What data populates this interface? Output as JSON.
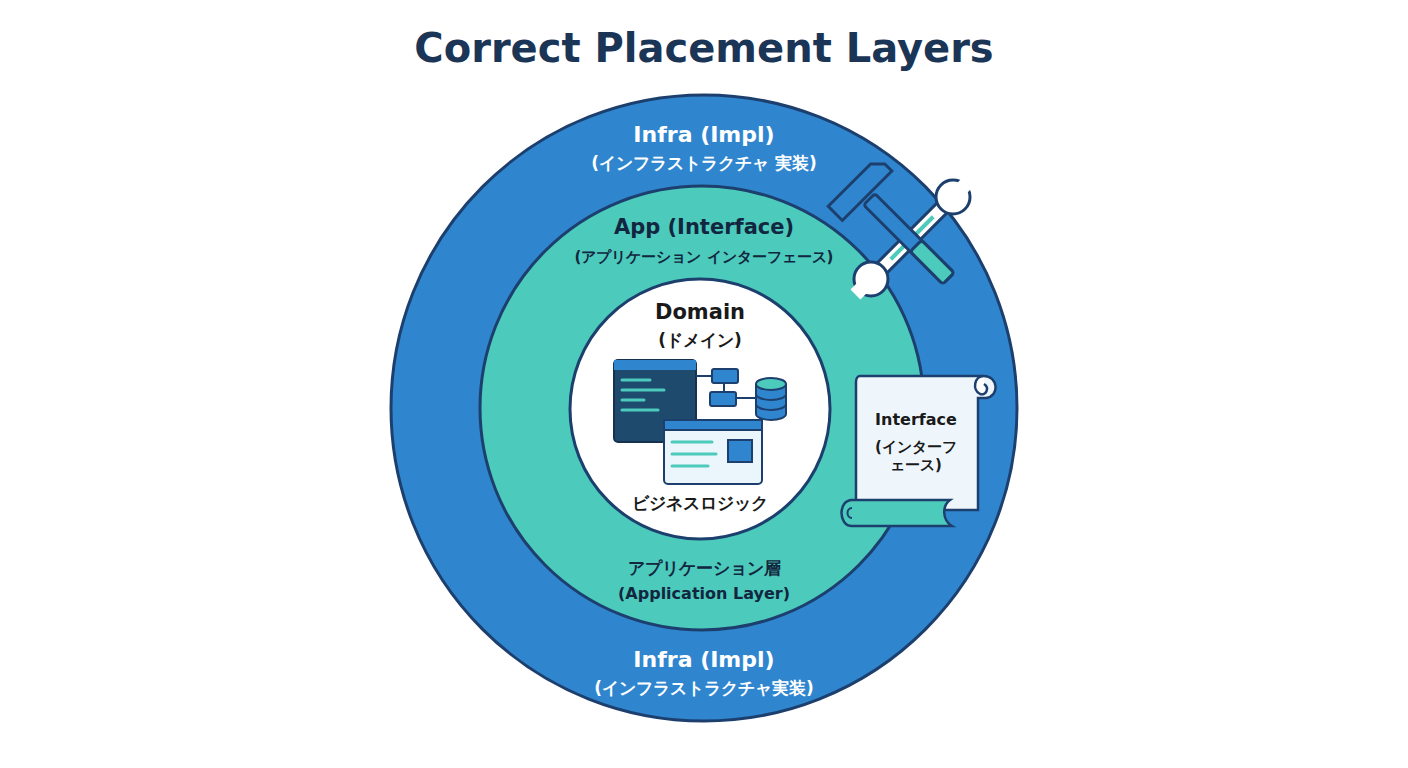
{
  "diagram": {
    "title": "Correct Placement Layers",
    "nodes": [
      {
        "text": [
          "Infra (Impl)",
          "(インフラストラクチャ 実装)",
          "Infra (Impl)",
          "(インフラストラクチャ実装)"
        ]
      },
      {
        "text": [
          "App (Interface)",
          "(アプリケーション インターフェース)",
          "アプリケーション層",
          "(Application Layer)"
        ],
        "in": 0
      },
      {
        "text": [
          "Domain",
          "(ドメイン)",
          "ビジネスロジック"
        ],
        "in": 1
      },
      {
        "text": [
          "Interface",
          "(インターフェース)"
        ],
        "in": 0
      }
    ]
  }
}
